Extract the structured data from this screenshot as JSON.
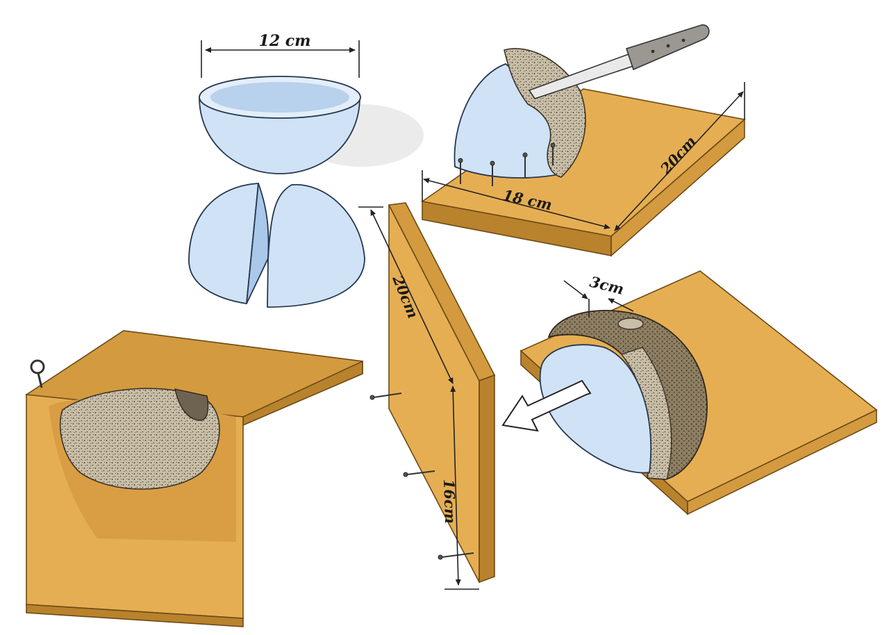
{
  "labels": {
    "bowl_width": "12 cm",
    "board_depth": "20cm",
    "board_width": "18 cm",
    "wall_thickness": "3cm",
    "panel_height": "20cm",
    "panel_lower": "16cm"
  },
  "colors": {
    "wood": "#e6ae52",
    "foam": "#cfe2f6",
    "concrete": "#b9ad95"
  }
}
